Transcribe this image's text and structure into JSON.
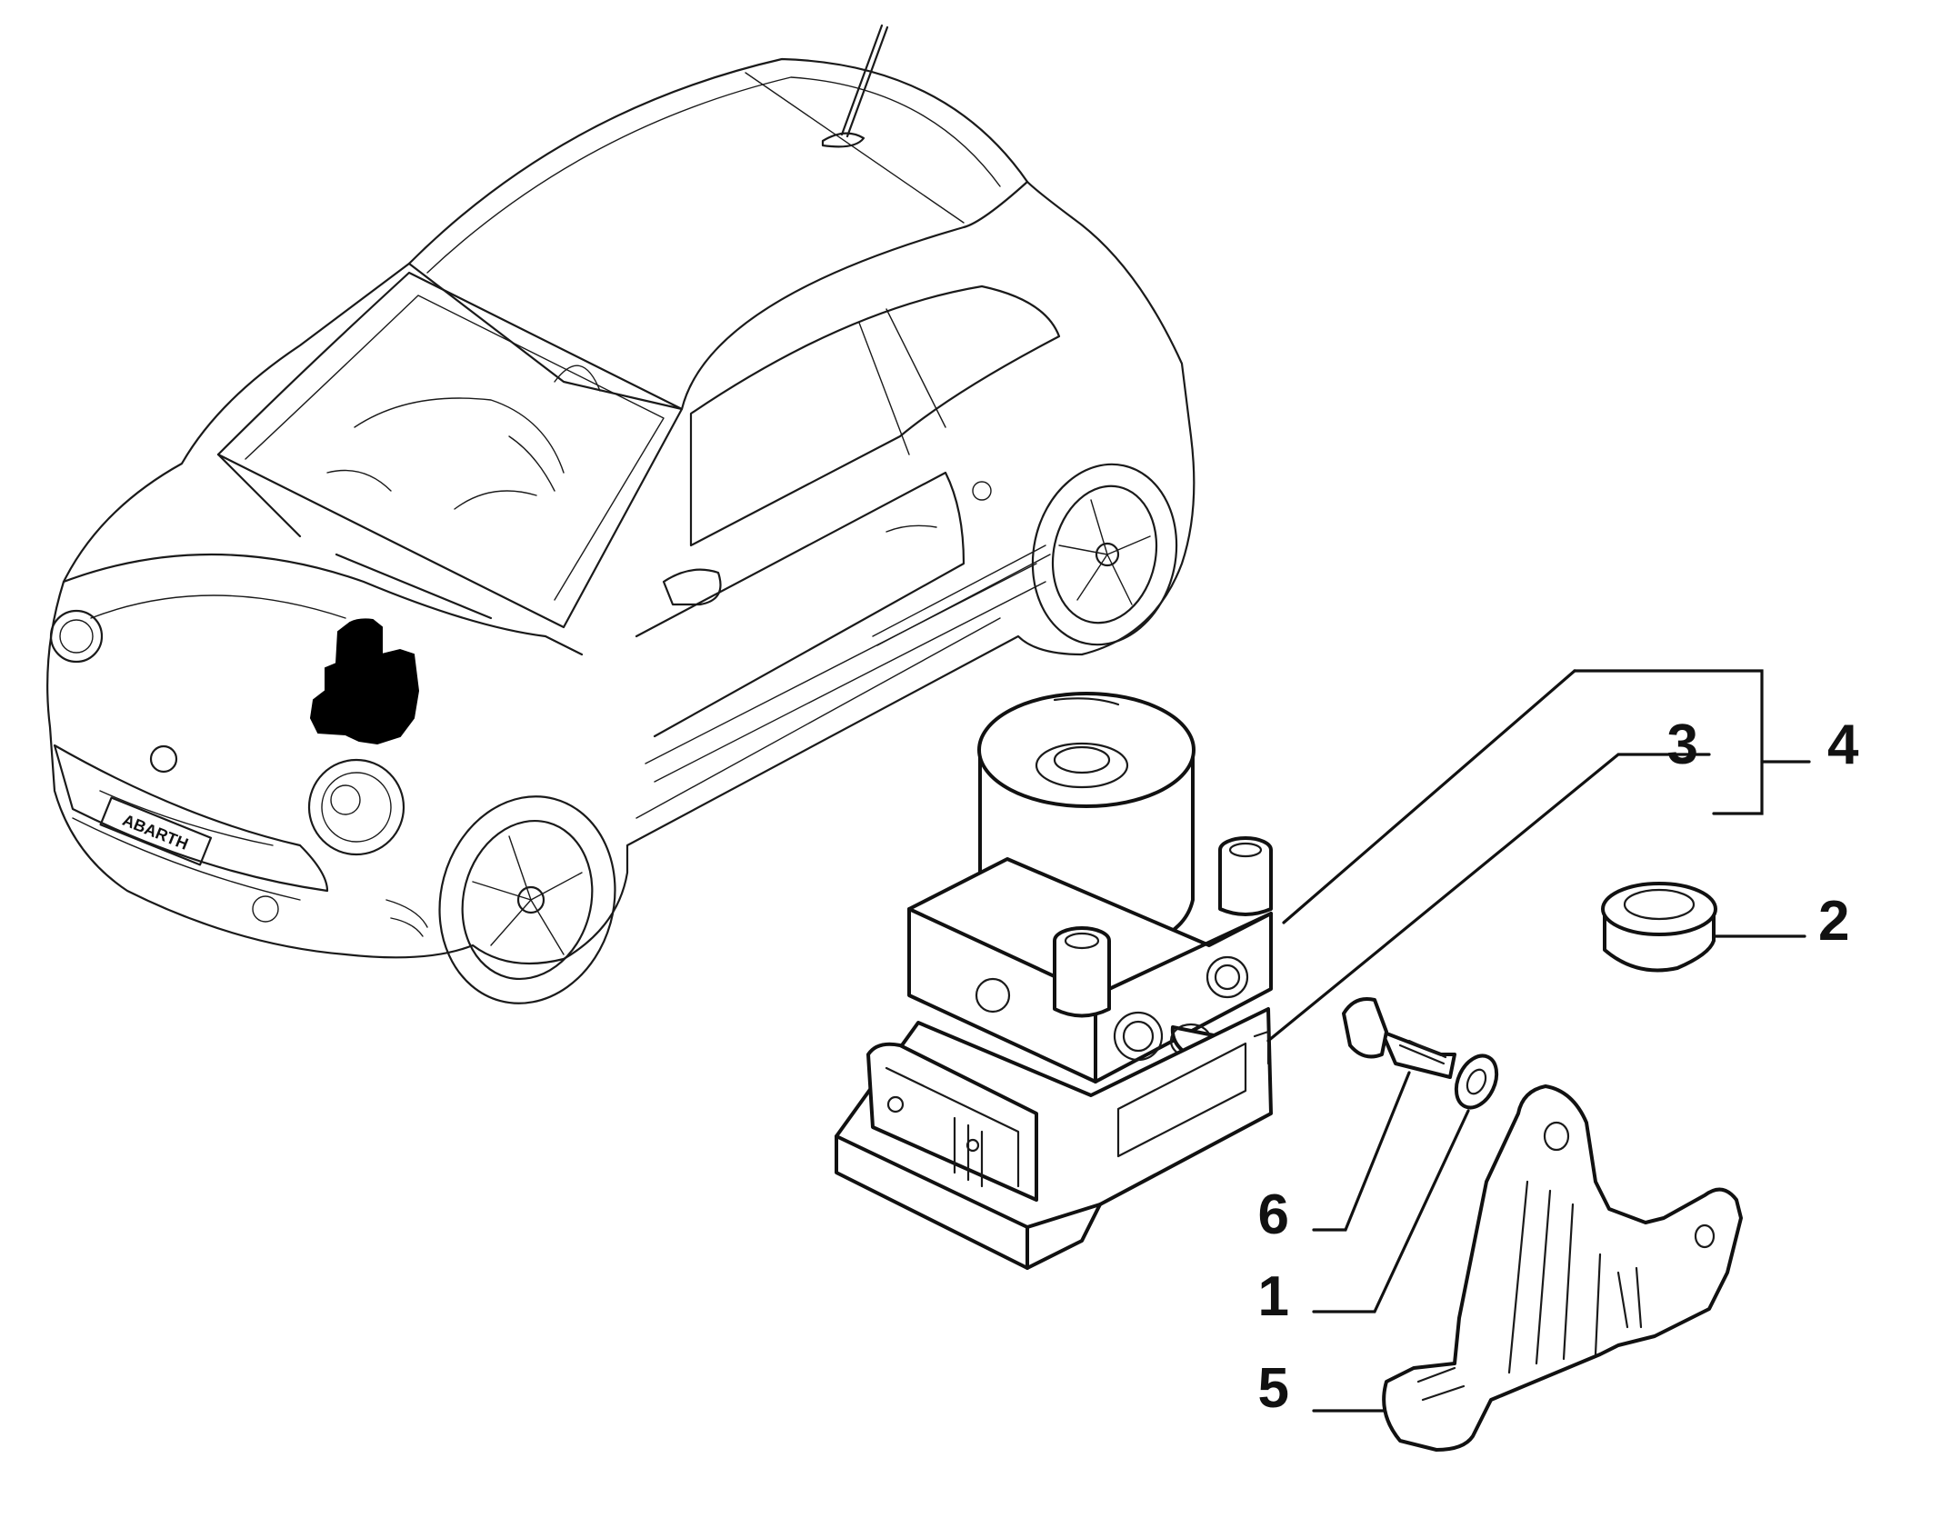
{
  "diagram": {
    "callouts": [
      {
        "id": "1",
        "label": "1"
      },
      {
        "id": "2",
        "label": "2"
      },
      {
        "id": "3",
        "label": "3"
      },
      {
        "id": "4",
        "label": "4"
      },
      {
        "id": "5",
        "label": "5"
      },
      {
        "id": "6",
        "label": "6"
      }
    ],
    "car": {
      "plate_text": "ABARTH"
    },
    "colors": {
      "line": "#111111",
      "highlight": "#000000",
      "background": "#ffffff"
    }
  }
}
